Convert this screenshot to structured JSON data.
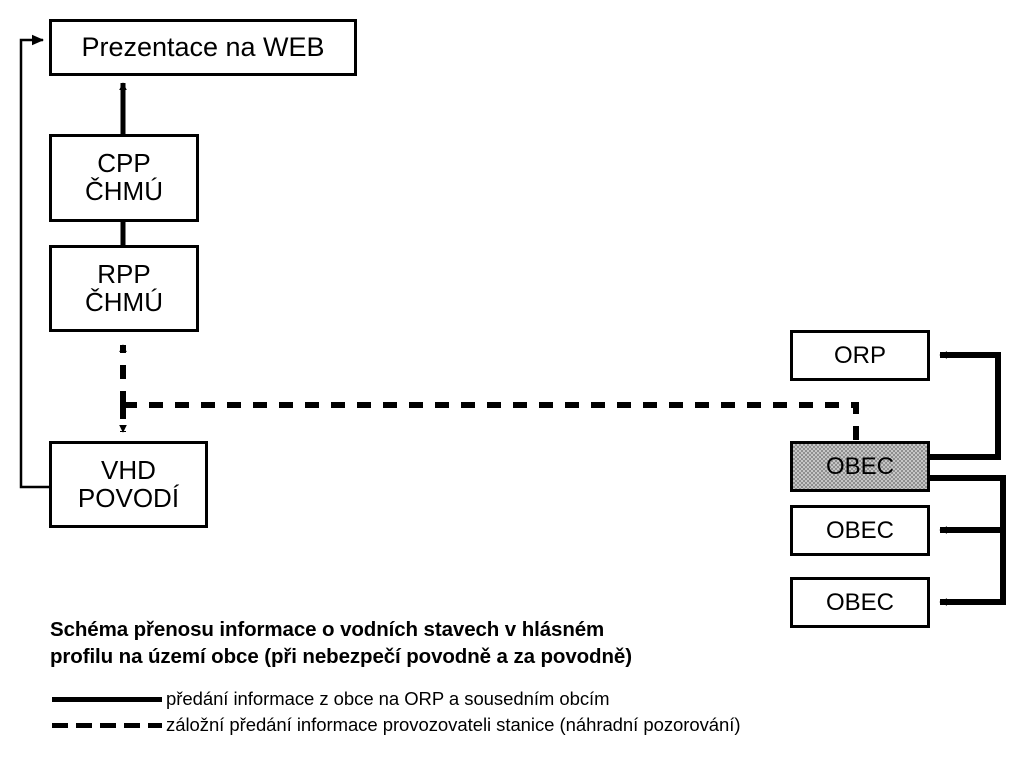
{
  "diagram": {
    "title_caption": {
      "line1": "Schéma přenosu informace o vodních stavech v hlásném",
      "line2": "profilu na území obce (při nebezpečí povodně a za povodně)"
    },
    "nodes": {
      "web": {
        "label": "Prezentace na WEB"
      },
      "cpp": {
        "line1": "CPP",
        "line2": "ČHMÚ"
      },
      "rpp": {
        "line1": "RPP",
        "line2": "ČHMÚ"
      },
      "vhd": {
        "line1": "VHD",
        "line2": "POVODÍ"
      },
      "orp": {
        "label": "ORP"
      },
      "obec_main": {
        "label": "OBEC"
      },
      "obec_2": {
        "label": "OBEC"
      },
      "obec_3": {
        "label": "OBEC"
      }
    },
    "legend": {
      "items": [
        {
          "style": "solid",
          "text": "předání informace z obce na ORP a sousedním obcím"
        },
        {
          "style": "dashed",
          "text": "záložní předání informace provozovateli stanice (náhradní pozorování)"
        }
      ]
    },
    "colors": {
      "stroke": "#000000",
      "background": "#ffffff",
      "highlight_fill": "#c6c6c6"
    }
  }
}
